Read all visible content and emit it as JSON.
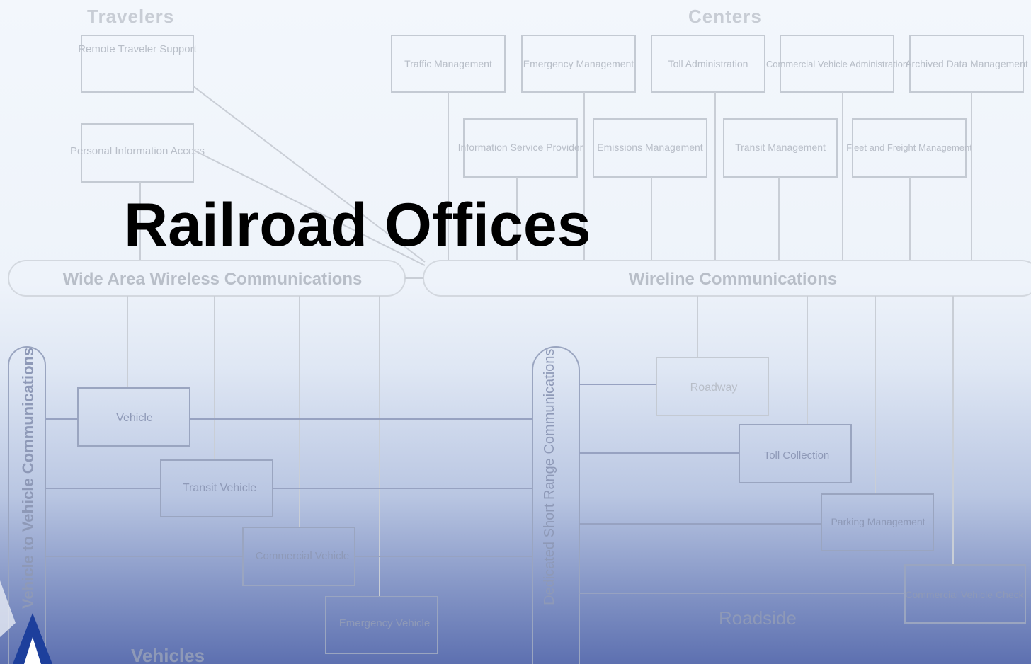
{
  "slide": {
    "title": "Railroad Offices"
  },
  "background_diagram": {
    "groups": {
      "travelers": "Travelers",
      "centers": "Centers",
      "vehicles": "Vehicles",
      "roadside": "Roadside"
    },
    "traveler_boxes": [
      "Remote Traveler Support",
      "Personal Information Access"
    ],
    "center_boxes_top": [
      "Traffic Management",
      "Emergency Management",
      "Toll Administration",
      "Commercial Vehicle Administration",
      "Archived Data Management"
    ],
    "center_boxes_bottom": [
      "Information Service Provider",
      "Emissions Management",
      "Transit Management",
      "Fleet and Freight Management"
    ],
    "buses": {
      "wireless": "Wide Area Wireless Communications",
      "wireline": "Wireline Communications",
      "v2v": "Vehicle to Vehicle Communications",
      "dsrc": "Dedicated Short Range Communications"
    },
    "vehicle_boxes": [
      "Vehicle",
      "Transit Vehicle",
      "Commercial Vehicle",
      "Emergency Vehicle"
    ],
    "roadside_boxes": [
      "Roadway",
      "Toll Collection",
      "Parking Management",
      "Commercial Vehicle Check"
    ],
    "colors": {
      "title": "#000000",
      "diagram_lines": "#c4cad3",
      "background_top": "#f3f7fc",
      "background_bottom": "#5d70b0"
    }
  }
}
